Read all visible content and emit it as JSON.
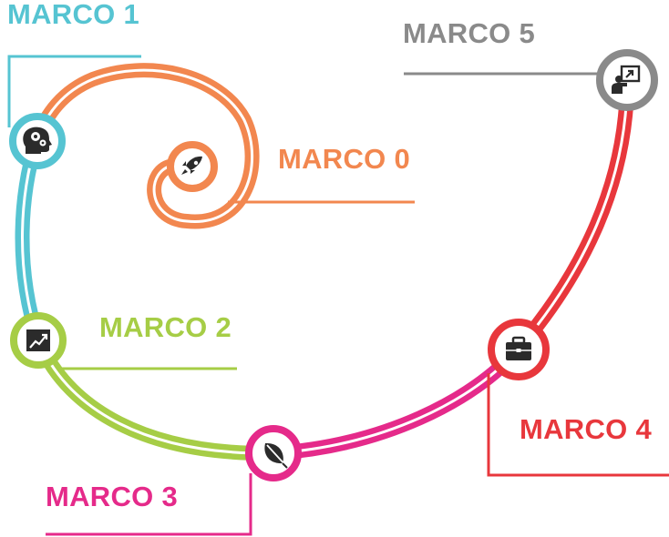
{
  "milestones": [
    {
      "label": "MARCO 0",
      "color": "#f2874f",
      "icon": "rocket-icon"
    },
    {
      "label": "MARCO 1",
      "color": "#56c4d2",
      "icon": "head-gears-icon"
    },
    {
      "label": "MARCO 2",
      "color": "#a6cd46",
      "icon": "trend-chart-icon"
    },
    {
      "label": "MARCO 3",
      "color": "#e52a8a",
      "icon": "leaf-icon"
    },
    {
      "label": "MARCO 4",
      "color": "#e8373c",
      "icon": "briefcase-icon"
    },
    {
      "label": "MARCO 5",
      "color": "#8a8a8a",
      "icon": "presentation-icon"
    }
  ]
}
